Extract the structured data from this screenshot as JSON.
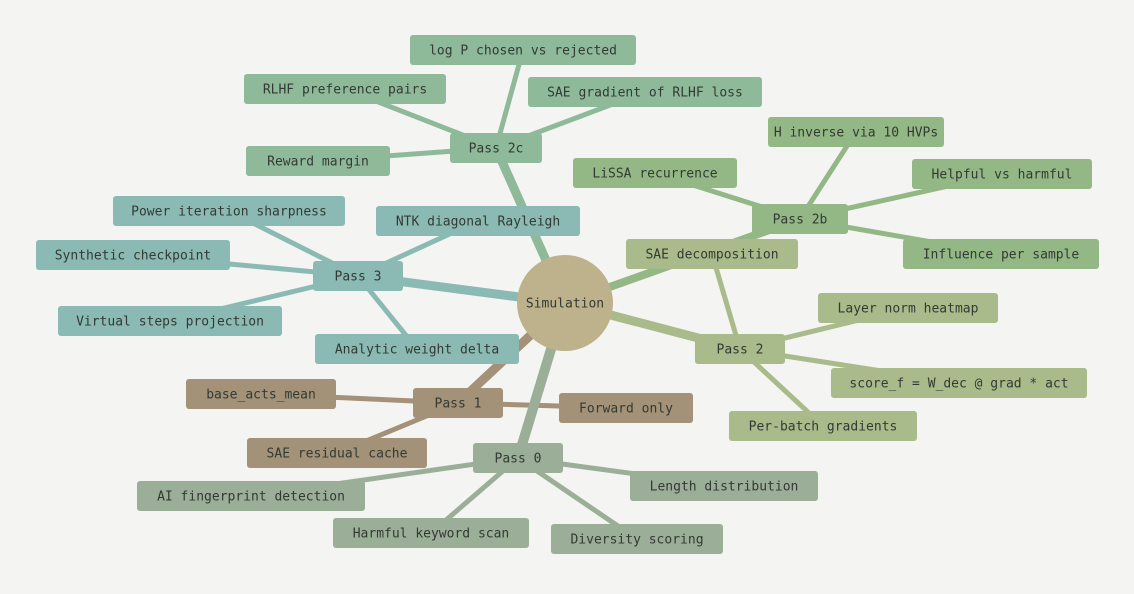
{
  "root": {
    "label": "Simulation",
    "color": "#bdb28c"
  },
  "branches": [
    {
      "id": "pass2c",
      "label": "Pass 2c",
      "color": "#8fba9a",
      "children": [
        "log P chosen vs rejected",
        "RLHF preference pairs",
        "SAE gradient of RLHF loss",
        "Reward margin"
      ]
    },
    {
      "id": "pass2b",
      "label": "Pass 2b",
      "color": "#93b886",
      "children": [
        "H inverse via 10 HVPs",
        "LiSSA recurrence",
        "Helpful vs harmful",
        "Influence per sample"
      ]
    },
    {
      "id": "pass3",
      "label": "Pass 3",
      "color": "#8bbab4",
      "children": [
        "Power iteration sharpness",
        "NTK diagonal Rayleigh",
        "Synthetic checkpoint",
        "Virtual steps projection",
        "Analytic weight delta"
      ]
    },
    {
      "id": "pass2",
      "label": "Pass 2",
      "color": "#a9bb8b",
      "children": [
        "SAE decomposition",
        "Layer norm heatmap",
        "score_f = W_dec @ grad * act",
        "Per-batch gradients"
      ]
    },
    {
      "id": "pass1",
      "label": "Pass 1",
      "color": "#a39178",
      "children": [
        "base_acts_mean",
        "Forward only",
        "SAE residual cache"
      ]
    },
    {
      "id": "pass0",
      "label": "Pass 0",
      "color": "#9bae97",
      "children": [
        "AI fingerprint detection",
        "Length distribution",
        "Harmful keyword scan",
        "Diversity scoring"
      ]
    }
  ]
}
